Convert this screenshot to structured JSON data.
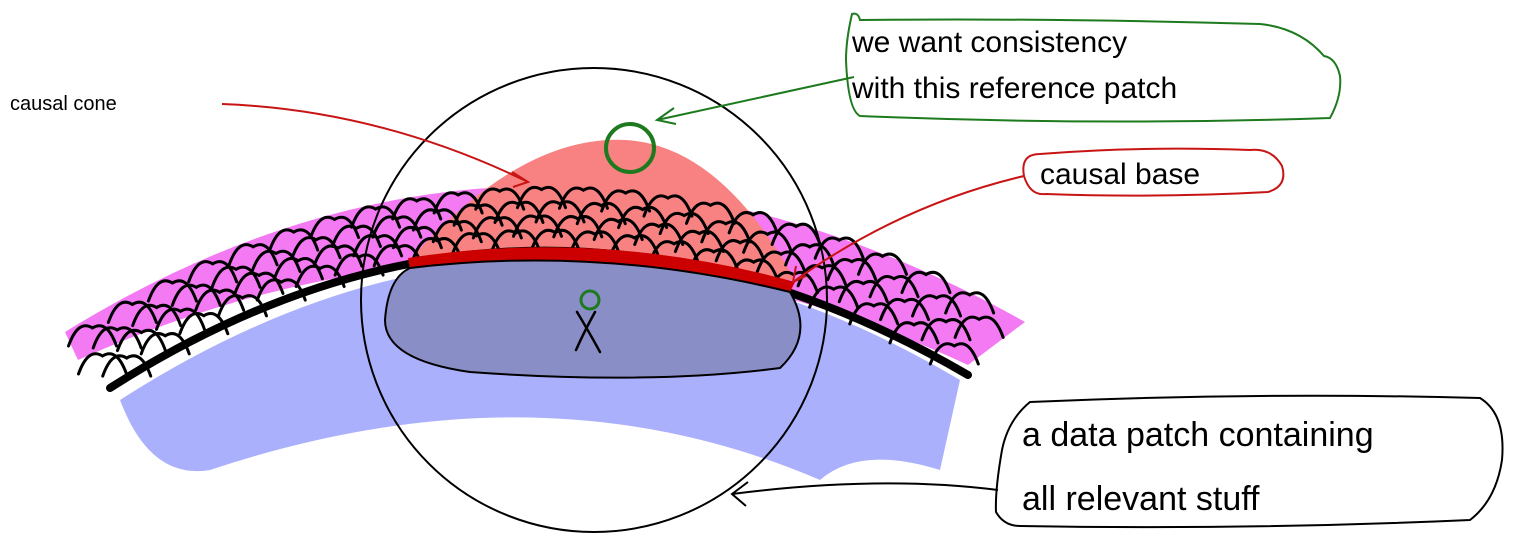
{
  "labels": {
    "causal_cone": "causal cone",
    "consistency_line1": "we want consistency",
    "consistency_line2": "with this reference patch",
    "causal_base": "causal base",
    "data_patch_line1": "a data patch containing",
    "data_patch_line2": "all relevant stuff",
    "point_mark": "x"
  },
  "colors": {
    "upper_band": "#f47af4",
    "lower_band": "#aab0fc",
    "cone_fill": "#f88282",
    "causal_base": "#cc0000",
    "data_blob": "#8a8ec6",
    "green_annotation": "#1e7a1e",
    "red_annotation": "#c81414",
    "ink": "#000000"
  }
}
